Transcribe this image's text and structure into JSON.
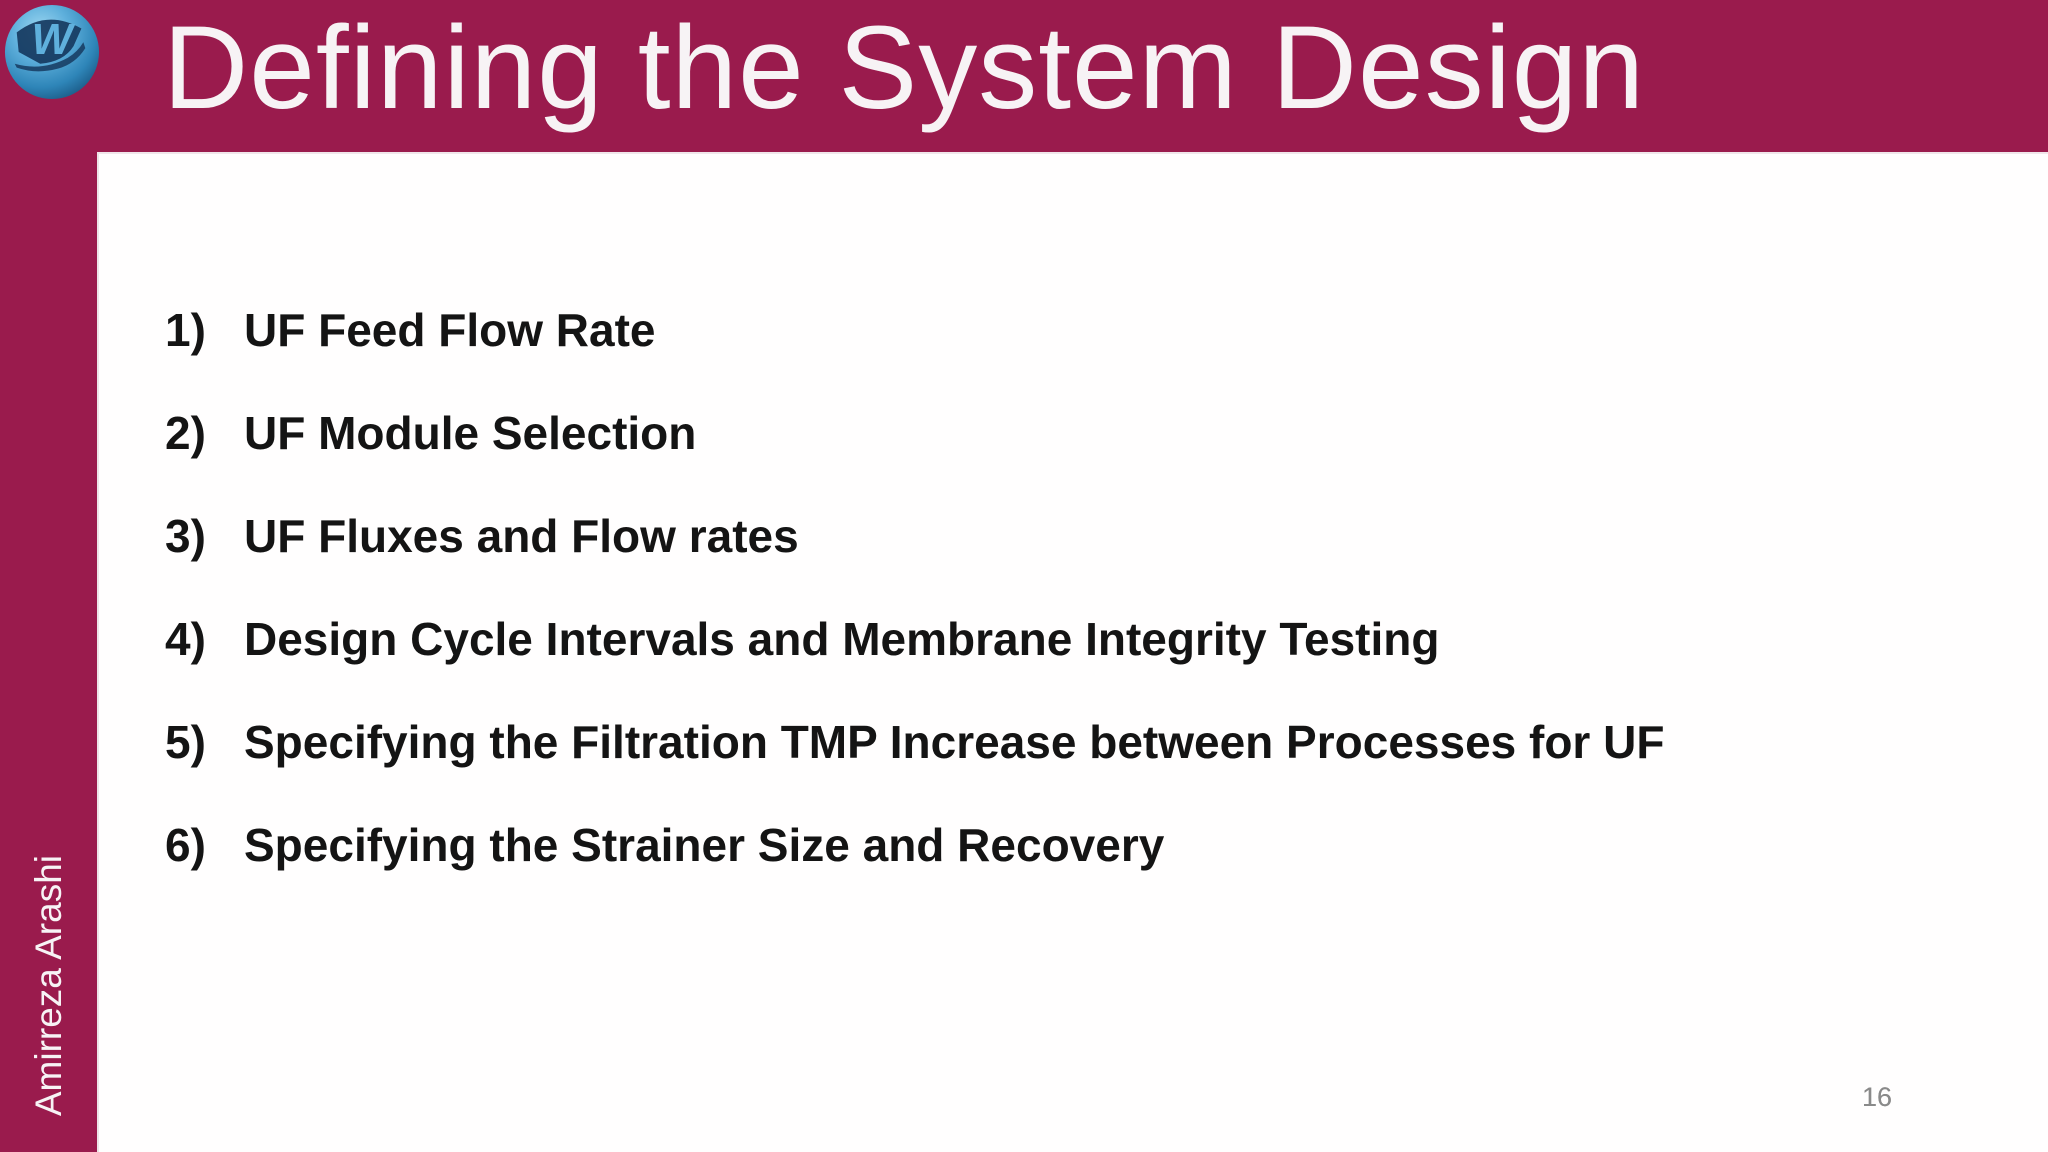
{
  "slide": {
    "title": "Defining the System Design",
    "author": "Amirreza Arashi",
    "page_number": "16",
    "logo_letter": "W",
    "colors": {
      "accent": "#9A1B4D",
      "title_text": "#F7F3F5",
      "body_text": "#141414",
      "page_number": "#8A8A8A",
      "logo_sphere_light": "#7CC4E8",
      "logo_sphere_mid": "#2E85B8",
      "logo_sphere_dark": "#134A74",
      "logo_wave_navy": "#16395F"
    },
    "list": [
      {
        "number": "1)",
        "text": "UF Feed Flow Rate"
      },
      {
        "number": "2)",
        "text": "UF Module Selection"
      },
      {
        "number": "3)",
        "text": "UF Fluxes and Flow rates"
      },
      {
        "number": "4)",
        "text": "Design Cycle Intervals and Membrane Integrity Testing"
      },
      {
        "number": "5)",
        "text": "Specifying the Filtration TMP Increase between Processes for UF"
      },
      {
        "number": "6)",
        "text": "Specifying the Strainer Size and Recovery"
      }
    ]
  }
}
